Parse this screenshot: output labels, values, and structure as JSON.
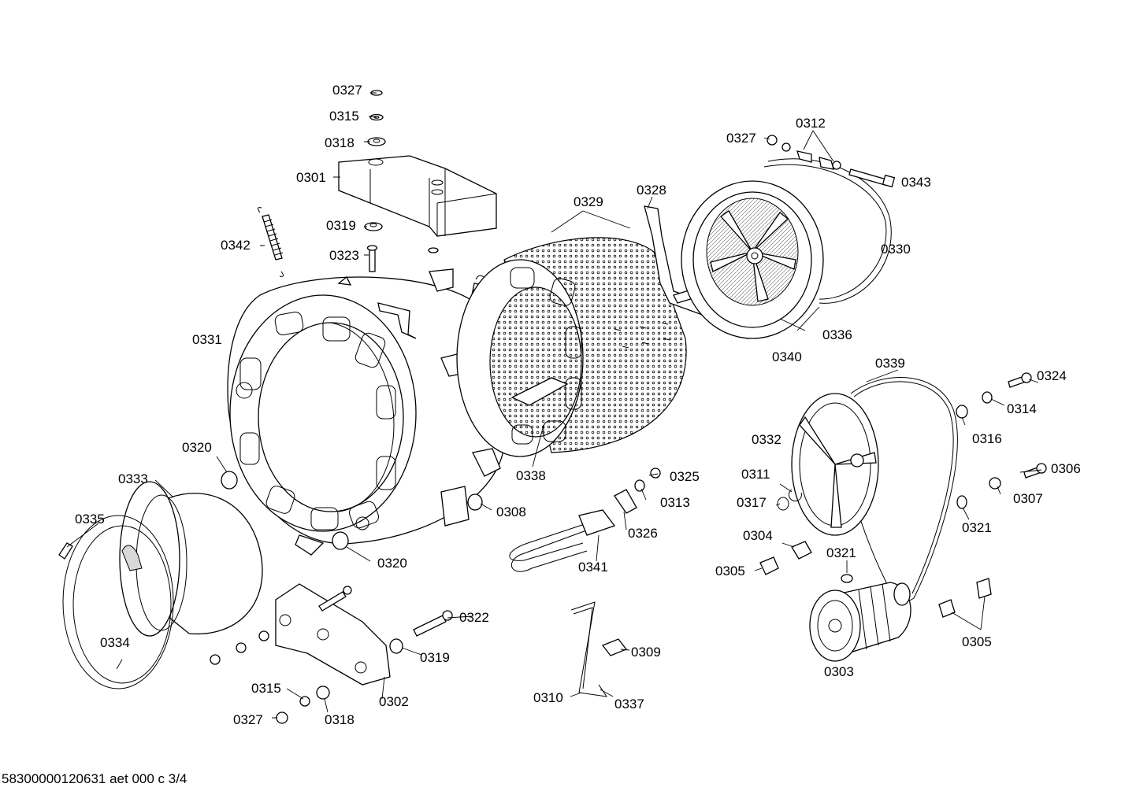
{
  "footer": "58300000120631 aet 000 c 3/4",
  "callouts": [
    {
      "id": "c0327a",
      "text": "0327"
    },
    {
      "id": "c0315a",
      "text": "0315"
    },
    {
      "id": "c0318a",
      "text": "0318"
    },
    {
      "id": "c0301",
      "text": "0301"
    },
    {
      "id": "c0319a",
      "text": "0319"
    },
    {
      "id": "c0323",
      "text": "0323"
    },
    {
      "id": "c0342",
      "text": "0342"
    },
    {
      "id": "c0331",
      "text": "0331"
    },
    {
      "id": "c0329",
      "text": "0329"
    },
    {
      "id": "c0328",
      "text": "0328"
    },
    {
      "id": "c0327b",
      "text": "0327"
    },
    {
      "id": "c0312",
      "text": "0312"
    },
    {
      "id": "c0343",
      "text": "0343"
    },
    {
      "id": "c0330",
      "text": "0330"
    },
    {
      "id": "c0336",
      "text": "0336"
    },
    {
      "id": "c0340",
      "text": "0340"
    },
    {
      "id": "c0339",
      "text": "0339"
    },
    {
      "id": "c0324",
      "text": "0324"
    },
    {
      "id": "c0314",
      "text": "0314"
    },
    {
      "id": "c0316",
      "text": "0316"
    },
    {
      "id": "c0332",
      "text": "0332"
    },
    {
      "id": "c0306",
      "text": "0306"
    },
    {
      "id": "c0311",
      "text": "0311"
    },
    {
      "id": "c0317",
      "text": "0317"
    },
    {
      "id": "c0307",
      "text": "0307"
    },
    {
      "id": "c0321a",
      "text": "0321"
    },
    {
      "id": "c0304",
      "text": "0304"
    },
    {
      "id": "c0305a",
      "text": "0305"
    },
    {
      "id": "c0321b",
      "text": "0321"
    },
    {
      "id": "c0305b",
      "text": "0305"
    },
    {
      "id": "c0303",
      "text": "0303"
    },
    {
      "id": "c0320a",
      "text": "0320"
    },
    {
      "id": "c0333",
      "text": "0333"
    },
    {
      "id": "c0335",
      "text": "0335"
    },
    {
      "id": "c0338",
      "text": "0338"
    },
    {
      "id": "c0325",
      "text": "0325"
    },
    {
      "id": "c0313",
      "text": "0313"
    },
    {
      "id": "c0308",
      "text": "0308"
    },
    {
      "id": "c0326",
      "text": "0326"
    },
    {
      "id": "c0320b",
      "text": "0320"
    },
    {
      "id": "c0341",
      "text": "0341"
    },
    {
      "id": "c0322",
      "text": "0322"
    },
    {
      "id": "c0319b",
      "text": "0319"
    },
    {
      "id": "c0334",
      "text": "0334"
    },
    {
      "id": "c0302",
      "text": "0302"
    },
    {
      "id": "c0315b",
      "text": "0315"
    },
    {
      "id": "c0318b",
      "text": "0318"
    },
    {
      "id": "c0327c",
      "text": "0327"
    },
    {
      "id": "c0309",
      "text": "0309"
    },
    {
      "id": "c0310",
      "text": "0310"
    },
    {
      "id": "c0337",
      "text": "0337"
    }
  ]
}
